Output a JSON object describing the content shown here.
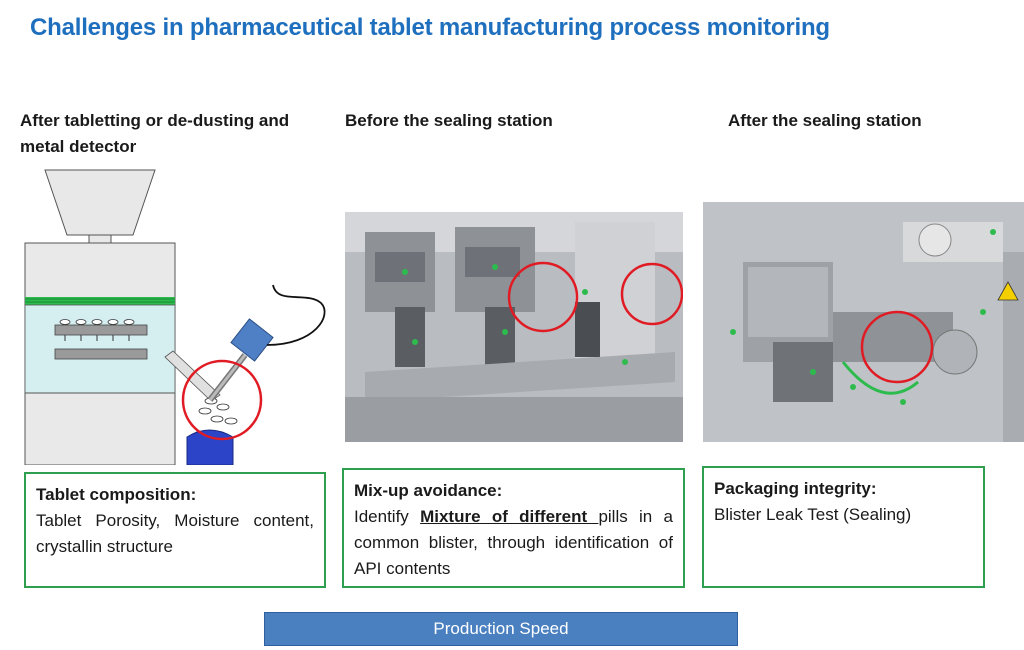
{
  "title": "Challenges in pharmaceutical tablet manufacturing process monitoring",
  "columns": [
    {
      "heading": "After tabletting or de-dusting and metal detector",
      "box_title": "Tablet composition:",
      "box_text": "Tablet Porosity, Moisture content, crystallin structure"
    },
    {
      "heading": "Before the sealing station",
      "box_title": "Mix-up avoidance:",
      "box_text_1": "Identify ",
      "box_text_underlined": "Mixture of different ",
      "box_text_2": "pills in a common blister, through identification of API contents"
    },
    {
      "heading": "After the sealing station",
      "box_title": "Packaging integrity:",
      "box_text": "Blister Leak Test (Sealing)"
    }
  ],
  "footer": {
    "label": "Production Speed"
  },
  "colors": {
    "title": "#1f6fbf",
    "box_border": "#2e9e4f",
    "highlight": "#e01b24",
    "speed_bar": "#4a7fc0"
  }
}
